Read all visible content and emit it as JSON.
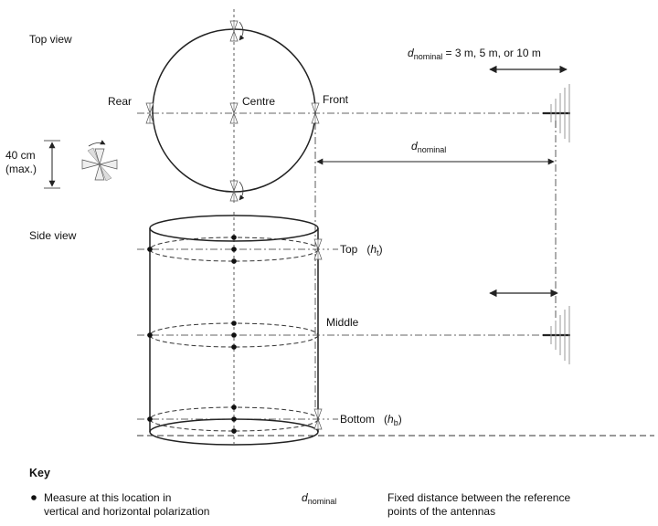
{
  "labels": {
    "top_view": "Top view",
    "side_view": "Side view",
    "rear": "Rear",
    "centre": "Centre",
    "front": "Front",
    "size_line1": "40 cm",
    "size_line2": "(max.)",
    "d_symbol": "d",
    "d_subscript": "nominal",
    "d_values": " = 3 m, 5 m, or 10 m",
    "top": "Top",
    "h_symbol": "h",
    "h_top_sub": "t",
    "middle": "Middle",
    "bottom": "Bottom",
    "h_bottom_sub": "b"
  },
  "key": {
    "title": "Key",
    "measure_line1": "Measure at this location in",
    "measure_line2": "vertical and horizontal polarization",
    "d_symbol": "d",
    "d_subscript": "nominal",
    "d_desc_line1": "Fixed distance between the reference",
    "d_desc_line2": "points of the antennas"
  },
  "colors": {
    "line": "#222222",
    "antenna": "#999999"
  }
}
